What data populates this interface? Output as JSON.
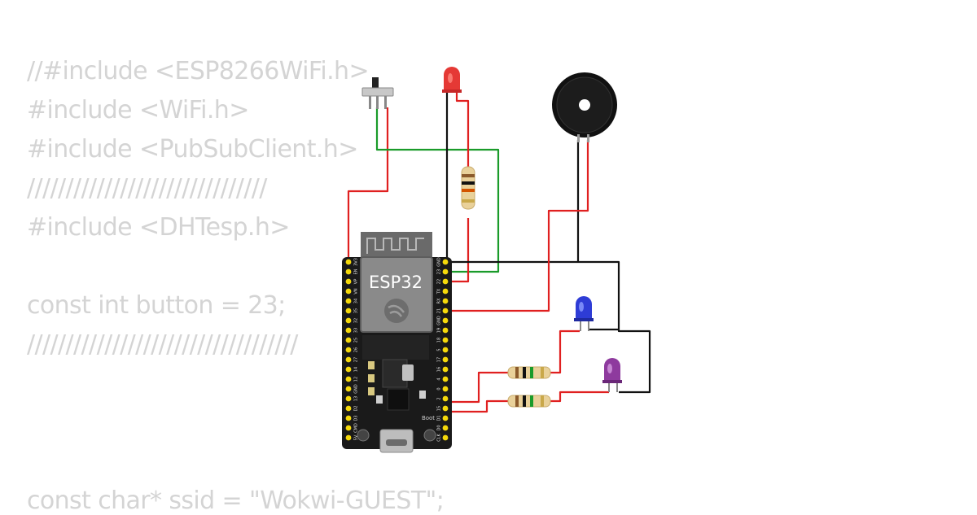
{
  "code_lines": [
    "//#include <ESP8266WiFi.h>",
    "#include <WiFi.h>",
    "#include <PubSubClient.h>",
    "///////////////////////////////",
    "#include <DHTesp.h>",
    "",
    "const int button = 23;",
    "///////////////////////////////////",
    "",
    "",
    "",
    "const char* ssid = \"Wokwi-GUEST\";"
  ],
  "board": {
    "label": "ESP32",
    "boot_label": "Boot",
    "left_pins": [
      "3V3",
      "EN",
      "VP",
      "VN",
      "34",
      "35",
      "32",
      "33",
      "25",
      "26",
      "27",
      "14",
      "12",
      "GND",
      "13",
      "D2",
      "D3",
      "CMD",
      "5V"
    ],
    "right_pins": [
      "GND",
      "23",
      "22",
      "TX",
      "RX",
      "21",
      "GND",
      "19",
      "18",
      "5",
      "17",
      "16",
      "4",
      "0",
      "2",
      "15",
      "D1",
      "D0",
      "CLK"
    ]
  },
  "components": {
    "switch": "slide-switch",
    "led_red": "#e53935",
    "led_blue": "#2e3cd6",
    "led_purple": "#8e3a9e",
    "buzzer": "buzzer"
  },
  "wire_colors": {
    "red": "#e02020",
    "green": "#1a9b2a",
    "black": "#111111"
  }
}
